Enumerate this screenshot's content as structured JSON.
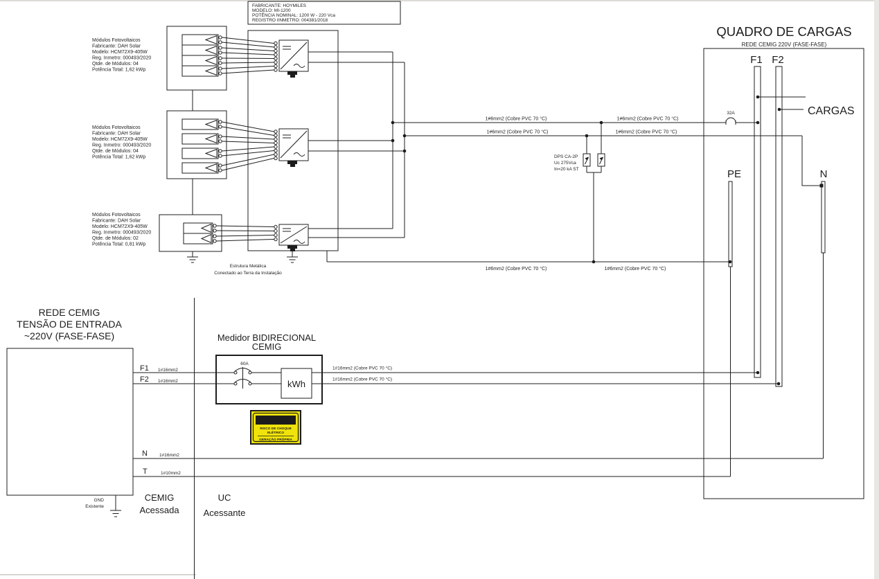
{
  "colors": {
    "line": "#1c1c1c",
    "background": "#ffffff",
    "warning_yellow": "#f0e30c",
    "chrome_gray": "#e4e2de"
  },
  "inverter_info": {
    "lines": [
      "FABRICANTE: HOYMILES",
      "MODELO: MI-1200",
      "POTÊNCIA NOMINAL: 1200 W - 220 Vca",
      "REGISTRO IINMETRO: 004381/2018"
    ]
  },
  "pv_arrays": [
    {
      "lines": [
        "Módulos Fotovoltaicos",
        "Fabricante: DAH Solar",
        "Modelo: HCM72X9-405W",
        "Reg. Inmetro: 000493/2020",
        "Qtde. de Módulos: 04",
        "Potência Total: 1,62 kWp"
      ]
    },
    {
      "lines": [
        "Módulos Fotovoltaicos",
        "Fabricante: DAH Solar",
        "Modelo: HCM72X9-405W",
        "Reg. Inmetro: 000493/2020",
        "Qtde. de Módulos: 04",
        "Potência Total: 1,62 kWp"
      ]
    },
    {
      "lines": [
        "Módulos Fotovoltaicos",
        "Fabricante: DAH Solar",
        "Modelo: HCM72X9-405W",
        "Reg. Inmetro: 000493/2020",
        "Qtde. de Módulos: 02",
        "Potência Total: 0,81 kWp"
      ]
    }
  ],
  "structure_ground": {
    "line1": "Estrutura Metálica",
    "line2": "Conectado ao Terra da Instalação"
  },
  "dps": {
    "line1": "DPS CA-2P",
    "line2": "Uc 275Vca",
    "line3": "In=20 kA ST"
  },
  "wire_labels": {
    "ac_6mm": "1#6mm2 (Cobre PVC 70 °C)",
    "ac_16mm": "1#16mm2 (Cobre PVC 70 °C)",
    "f1_gauge": "1#16mm2",
    "f2_gauge": "1#16mm2",
    "n_gauge": "1#16mm2",
    "t_gauge": "1#10mm2"
  },
  "quadro": {
    "title": "QUADRO DE CARGAS",
    "subtitle": "REDE CEMIG 220V (FASE-FASE)",
    "f1": "F1",
    "f2": "F2",
    "pe": "PE",
    "n": "N",
    "breaker": "32A",
    "cargas": "CARGAS"
  },
  "entrada": {
    "title1": "REDE CEMIG",
    "title2": "TENSÃO DE ENTRADA",
    "title3": "~220V (FASE-FASE)",
    "f1": "F1",
    "f2": "F2",
    "n": "N",
    "t": "T",
    "gnd1": "GND",
    "gnd2": "Existente"
  },
  "medidor": {
    "title1": "Medidor BIDIRECIONAL",
    "title2": "CEMIG",
    "breaker": "60A",
    "kwh": "kWh"
  },
  "warning": {
    "title": "CUIDADO",
    "line1": "RISCO DE CHOQUE",
    "line2": "ELÉTRICO",
    "line3": "GERAÇÃO PRÓPRIA"
  },
  "footer": {
    "left1": "CEMIG",
    "left2": "Acessada",
    "right1": "UC",
    "right2": "Acessante"
  }
}
